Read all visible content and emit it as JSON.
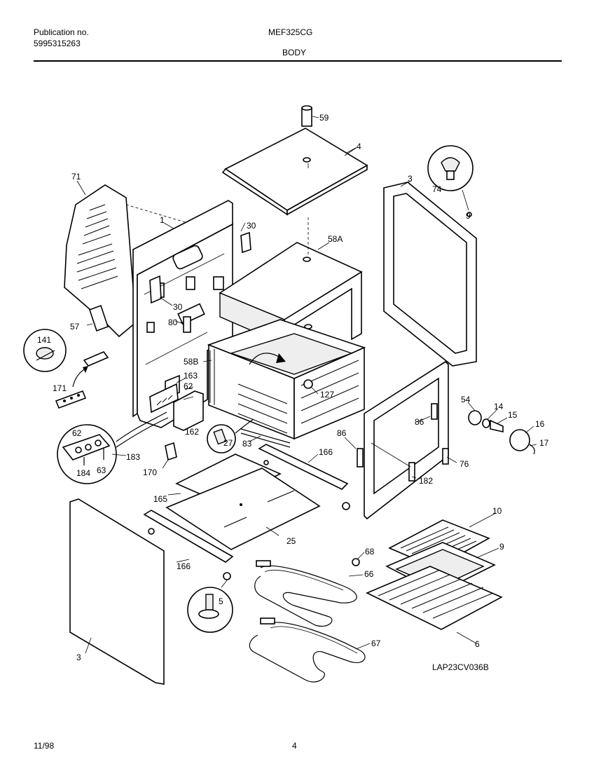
{
  "header": {
    "publication_label": "Publication no.",
    "publication_number": "5995315263",
    "model": "MEF325CG",
    "section": "BODY"
  },
  "footer": {
    "date": "11/98",
    "page": "4"
  },
  "drawing_code": "LAP23CV036B",
  "callouts": {
    "c59": "59",
    "c4": "4",
    "c3top": "3",
    "c74": "74",
    "c9small": "9",
    "c71": "71",
    "c1": "1",
    "c30a": "30",
    "c30b": "30",
    "c80": "80",
    "c57": "57",
    "c58a": "58A",
    "c58b": "58B",
    "c141": "141",
    "c171": "171",
    "c163": "163",
    "c62a": "62",
    "c162": "162",
    "c127": "127",
    "c54": "54",
    "c14": "14",
    "c15": "15",
    "c16": "16",
    "c17": "17",
    "c86a": "86",
    "c86b": "86",
    "c76": "76",
    "c182": "182",
    "c62b": "62",
    "c183": "183",
    "c184": "184",
    "c63": "63",
    "c27": "27",
    "c83": "83",
    "c166a": "166",
    "c170": "170",
    "c165": "165",
    "c25": "25",
    "c10": "10",
    "c9": "9",
    "c68": "68",
    "c66": "66",
    "c166b": "166",
    "c5": "5",
    "c67": "67",
    "c6": "6",
    "c3bot": "3"
  }
}
